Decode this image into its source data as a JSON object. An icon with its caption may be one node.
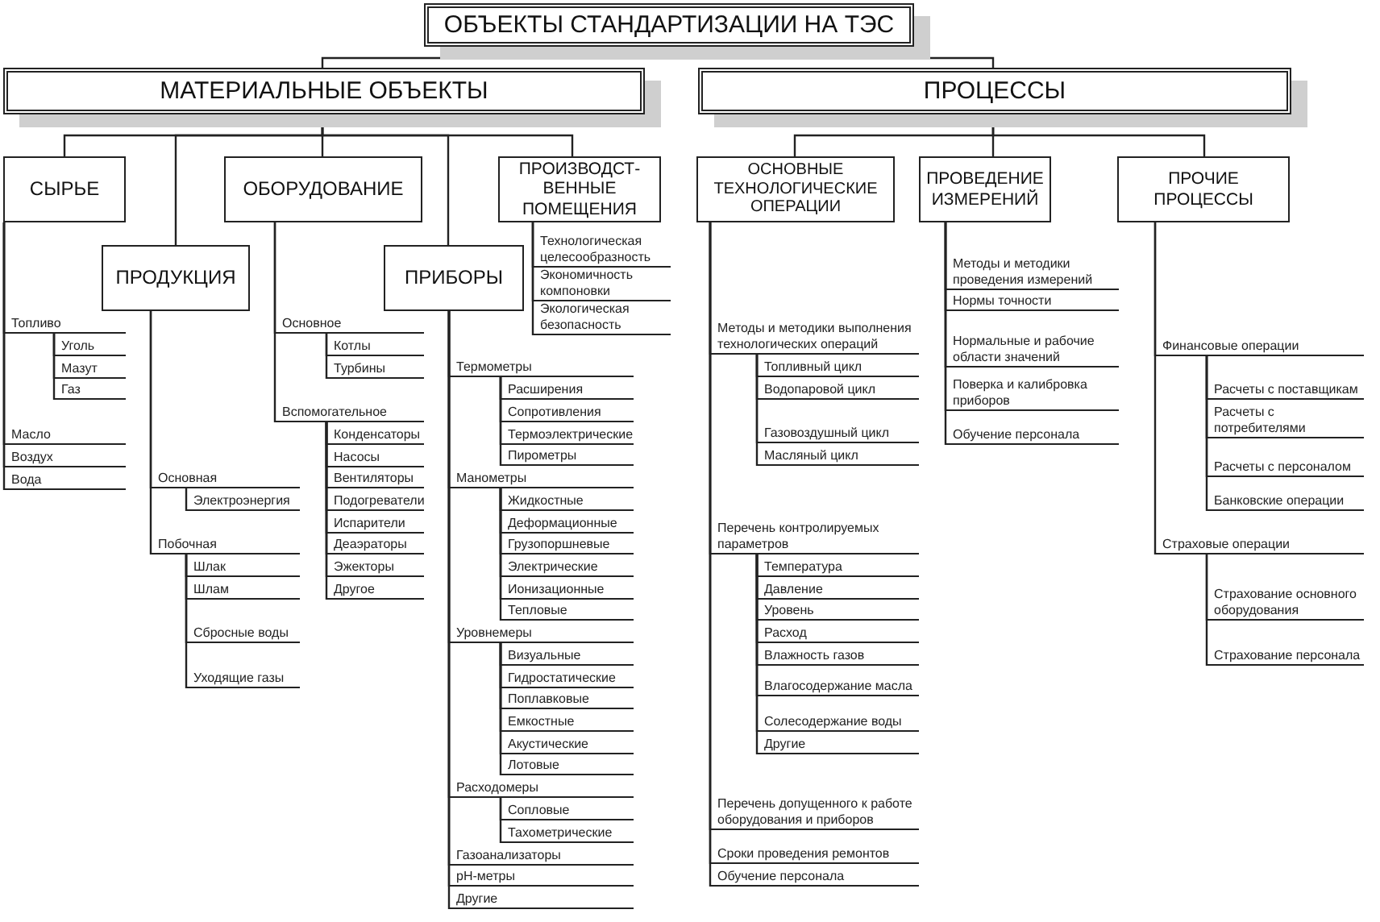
{
  "diagram": {
    "nodes": [
      {
        "text": [
          "ОБЪЕКТЫ СТАНДАРТИЗАЦИИ НА ТЭС"
        ]
      },
      {
        "text": [
          "МАТЕРИАЛЬНЫЕ ОБЪЕКТЫ"
        ]
      },
      {
        "text": [
          "ПРОЦЕССЫ"
        ]
      },
      {
        "text": [
          "СЫРЬЕ"
        ]
      },
      {
        "text": [
          "ПРОДУКЦИЯ"
        ]
      },
      {
        "text": [
          "ОБОРУДОВАНИЕ"
        ]
      },
      {
        "text": [
          "ПРИБОРЫ"
        ]
      },
      {
        "text": [
          "ПРОИЗВОДСТ- ВЕННЫЕ ПОМЕЩЕНИЯ"
        ]
      },
      {
        "text": [
          "ОСНОВНЫЕ ТЕХНОЛОГИЧЕСКИЕ ОПЕРАЦИИ"
        ]
      },
      {
        "text": [
          "ПРОВЕДЕНИЕ ИЗМЕРЕНИЙ"
        ]
      },
      {
        "text": [
          "ПРОЧИЕ ПРОЦЕССЫ"
        ]
      },
      {
        "text": [
          "Топливо"
        ]
      },
      {
        "text": [
          "Уголь"
        ]
      },
      {
        "text": [
          "Мазут"
        ]
      },
      {
        "text": [
          "Газ"
        ]
      },
      {
        "text": [
          "Масло"
        ]
      },
      {
        "text": [
          "Воздух"
        ]
      },
      {
        "text": [
          "Вода"
        ]
      },
      {
        "text": [
          "Основная"
        ]
      },
      {
        "text": [
          "Электроэнергия"
        ]
      },
      {
        "text": [
          "Побочная"
        ]
      },
      {
        "text": [
          "Шлак"
        ]
      },
      {
        "text": [
          "Шлам"
        ]
      },
      {
        "text": [
          "Сбросные воды"
        ]
      },
      {
        "text": [
          "Уходящие газы"
        ]
      },
      {
        "text": [
          "Основное"
        ]
      },
      {
        "text": [
          "Котлы"
        ]
      },
      {
        "text": [
          "Турбины"
        ]
      },
      {
        "text": [
          "Вспомогательное"
        ]
      },
      {
        "text": [
          "Конденсаторы"
        ]
      },
      {
        "text": [
          "Насосы"
        ]
      },
      {
        "text": [
          "Вентиляторы"
        ]
      },
      {
        "text": [
          "Подогреватели"
        ]
      },
      {
        "text": [
          "Испарители"
        ]
      },
      {
        "text": [
          "Деаэраторы"
        ]
      },
      {
        "text": [
          "Эжекторы"
        ]
      },
      {
        "text": [
          "Другое"
        ]
      },
      {
        "text": [
          "Термометры"
        ]
      },
      {
        "text": [
          "Расширения"
        ]
      },
      {
        "text": [
          "Сопротивления"
        ]
      },
      {
        "text": [
          "Термоэлектрические"
        ]
      },
      {
        "text": [
          "Пирометры"
        ]
      },
      {
        "text": [
          "Манометры"
        ]
      },
      {
        "text": [
          "Жидкостные"
        ]
      },
      {
        "text": [
          "Деформационные"
        ]
      },
      {
        "text": [
          "Грузопоршневые"
        ]
      },
      {
        "text": [
          "Электрические"
        ]
      },
      {
        "text": [
          "Ионизационные"
        ]
      },
      {
        "text": [
          "Тепловые"
        ]
      },
      {
        "text": [
          "Уровнемеры"
        ]
      },
      {
        "text": [
          "Визуальные"
        ]
      },
      {
        "text": [
          "Гидростатические"
        ]
      },
      {
        "text": [
          "Поплавковые"
        ]
      },
      {
        "text": [
          "Емкостные"
        ]
      },
      {
        "text": [
          "Акустические"
        ]
      },
      {
        "text": [
          "Лотовые"
        ]
      },
      {
        "text": [
          "Расходомеры"
        ]
      },
      {
        "text": [
          "Сопловые"
        ]
      },
      {
        "text": [
          "Тахометрические"
        ]
      },
      {
        "text": [
          "Газоанализаторы"
        ]
      },
      {
        "text": [
          "pH-метры"
        ]
      },
      {
        "text": [
          "Другие"
        ]
      },
      {
        "text": [
          "Технологическая целесообразность"
        ]
      },
      {
        "text": [
          "Экономичность компоновки"
        ]
      },
      {
        "text": [
          "Экологическая безопасность"
        ]
      },
      {
        "text": [
          "Методы и методики выполнения технологических операций"
        ]
      },
      {
        "text": [
          "Топливный цикл"
        ]
      },
      {
        "text": [
          "Водопаровой цикл"
        ]
      },
      {
        "text": [
          "Газовоздушный цикл"
        ]
      },
      {
        "text": [
          "Масляный цикл"
        ]
      },
      {
        "text": [
          "Перечень контролируемых параметров"
        ]
      },
      {
        "text": [
          "Температура"
        ]
      },
      {
        "text": [
          "Давление"
        ]
      },
      {
        "text": [
          "Уровень"
        ]
      },
      {
        "text": [
          "Расход"
        ]
      },
      {
        "text": [
          "Влажность газов"
        ]
      },
      {
        "text": [
          "Влагосодержание масла"
        ]
      },
      {
        "text": [
          "Солесодержание воды"
        ]
      },
      {
        "text": [
          "Другие"
        ]
      },
      {
        "text": [
          "Перечень допущенного к работе оборудования и приборов"
        ]
      },
      {
        "text": [
          "Сроки проведения ремонтов"
        ]
      },
      {
        "text": [
          "Обучение персонала"
        ]
      },
      {
        "text": [
          "Методы и методики проведения измерений"
        ]
      },
      {
        "text": [
          "Нормы точности"
        ]
      },
      {
        "text": [
          "Нормальные и рабочие области значений"
        ]
      },
      {
        "text": [
          "Поверка и калибровка приборов"
        ]
      },
      {
        "text": [
          "Обучение персонала"
        ]
      },
      {
        "text": [
          "Финансовые операции"
        ]
      },
      {
        "text": [
          "Расчеты с поставщикам"
        ]
      },
      {
        "text": [
          "Расчеты с потребителями"
        ]
      },
      {
        "text": [
          "Расчеты с персоналом"
        ]
      },
      {
        "text": [
          "Банковские операции"
        ]
      },
      {
        "text": [
          "Страховые операции"
        ]
      },
      {
        "text": [
          "Страхование основного оборудования"
        ]
      },
      {
        "text": [
          "Страхование персонала"
        ]
      }
    ],
    "edges": [
      {
        "from": 0,
        "to": 1,
        "arrow": "none"
      },
      {
        "from": 0,
        "to": 2,
        "arrow": "none"
      },
      {
        "from": 1,
        "to": 3,
        "arrow": "none"
      },
      {
        "from": 1,
        "to": 4,
        "arrow": "none"
      },
      {
        "from": 1,
        "to": 5,
        "arrow": "none"
      },
      {
        "from": 1,
        "to": 6,
        "arrow": "none"
      },
      {
        "from": 1,
        "to": 7,
        "arrow": "none"
      },
      {
        "from": 2,
        "to": 8,
        "arrow": "none"
      },
      {
        "from": 2,
        "to": 9,
        "arrow": "none"
      },
      {
        "from": 2,
        "to": 10,
        "arrow": "none"
      },
      {
        "from": 3,
        "to": 11,
        "arrow": "none"
      },
      {
        "from": 11,
        "to": 12,
        "arrow": "none"
      },
      {
        "from": 11,
        "to": 13,
        "arrow": "none"
      },
      {
        "from": 11,
        "to": 14,
        "arrow": "none"
      },
      {
        "from": 3,
        "to": 15,
        "arrow": "none"
      },
      {
        "from": 3,
        "to": 16,
        "arrow": "none"
      },
      {
        "from": 3,
        "to": 17,
        "arrow": "none"
      },
      {
        "from": 4,
        "to": 18,
        "arrow": "none"
      },
      {
        "from": 18,
        "to": 19,
        "arrow": "none"
      },
      {
        "from": 4,
        "to": 20,
        "arrow": "none"
      },
      {
        "from": 20,
        "to": 21,
        "arrow": "none"
      },
      {
        "from": 20,
        "to": 22,
        "arrow": "none"
      },
      {
        "from": 20,
        "to": 23,
        "arrow": "none"
      },
      {
        "from": 20,
        "to": 24,
        "arrow": "none"
      },
      {
        "from": 5,
        "to": 25,
        "arrow": "none"
      },
      {
        "from": 25,
        "to": 26,
        "arrow": "none"
      },
      {
        "from": 25,
        "to": 27,
        "arrow": "none"
      },
      {
        "from": 5,
        "to": 28,
        "arrow": "none"
      },
      {
        "from": 28,
        "to": 29,
        "arrow": "none"
      },
      {
        "from": 28,
        "to": 30,
        "arrow": "none"
      },
      {
        "from": 28,
        "to": 31,
        "arrow": "none"
      },
      {
        "from": 28,
        "to": 32,
        "arrow": "none"
      },
      {
        "from": 28,
        "to": 33,
        "arrow": "none"
      },
      {
        "from": 28,
        "to": 34,
        "arrow": "none"
      },
      {
        "from": 28,
        "to": 35,
        "arrow": "none"
      },
      {
        "from": 28,
        "to": 36,
        "arrow": "none"
      },
      {
        "from": 6,
        "to": 37,
        "arrow": "none"
      },
      {
        "from": 37,
        "to": 38,
        "arrow": "none"
      },
      {
        "from": 37,
        "to": 39,
        "arrow": "none"
      },
      {
        "from": 37,
        "to": 40,
        "arrow": "none"
      },
      {
        "from": 37,
        "to": 41,
        "arrow": "none"
      },
      {
        "from": 6,
        "to": 42,
        "arrow": "none"
      },
      {
        "from": 42,
        "to": 43,
        "arrow": "none"
      },
      {
        "from": 42,
        "to": 44,
        "arrow": "none"
      },
      {
        "from": 42,
        "to": 45,
        "arrow": "none"
      },
      {
        "from": 42,
        "to": 46,
        "arrow": "none"
      },
      {
        "from": 42,
        "to": 47,
        "arrow": "none"
      },
      {
        "from": 42,
        "to": 48,
        "arrow": "none"
      },
      {
        "from": 6,
        "to": 49,
        "arrow": "none"
      },
      {
        "from": 49,
        "to": 50,
        "arrow": "none"
      },
      {
        "from": 49,
        "to": 51,
        "arrow": "none"
      },
      {
        "from": 49,
        "to": 52,
        "arrow": "none"
      },
      {
        "from": 49,
        "to": 53,
        "arrow": "none"
      },
      {
        "from": 49,
        "to": 54,
        "arrow": "none"
      },
      {
        "from": 49,
        "to": 55,
        "arrow": "none"
      },
      {
        "from": 6,
        "to": 56,
        "arrow": "none"
      },
      {
        "from": 56,
        "to": 57,
        "arrow": "none"
      },
      {
        "from": 56,
        "to": 58,
        "arrow": "none"
      },
      {
        "from": 6,
        "to": 59,
        "arrow": "none"
      },
      {
        "from": 6,
        "to": 60,
        "arrow": "none"
      },
      {
        "from": 6,
        "to": 61,
        "arrow": "none"
      },
      {
        "from": 7,
        "to": 62,
        "arrow": "none"
      },
      {
        "from": 7,
        "to": 63,
        "arrow": "none"
      },
      {
        "from": 7,
        "to": 64,
        "arrow": "none"
      },
      {
        "from": 8,
        "to": 65,
        "arrow": "none"
      },
      {
        "from": 65,
        "to": 66,
        "arrow": "none"
      },
      {
        "from": 65,
        "to": 67,
        "arrow": "none"
      },
      {
        "from": 65,
        "to": 68,
        "arrow": "none"
      },
      {
        "from": 65,
        "to": 69,
        "arrow": "none"
      },
      {
        "from": 8,
        "to": 70,
        "arrow": "none"
      },
      {
        "from": 70,
        "to": 71,
        "arrow": "none"
      },
      {
        "from": 70,
        "to": 72,
        "arrow": "none"
      },
      {
        "from": 70,
        "to": 73,
        "arrow": "none"
      },
      {
        "from": 70,
        "to": 74,
        "arrow": "none"
      },
      {
        "from": 70,
        "to": 75,
        "arrow": "none"
      },
      {
        "from": 70,
        "to": 76,
        "arrow": "none"
      },
      {
        "from": 70,
        "to": 77,
        "arrow": "none"
      },
      {
        "from": 70,
        "to": 78,
        "arrow": "none"
      },
      {
        "from": 8,
        "to": 79,
        "arrow": "none"
      },
      {
        "from": 8,
        "to": 80,
        "arrow": "none"
      },
      {
        "from": 8,
        "to": 81,
        "arrow": "none"
      },
      {
        "from": 9,
        "to": 82,
        "arrow": "none"
      },
      {
        "from": 9,
        "to": 83,
        "arrow": "none"
      },
      {
        "from": 9,
        "to": 84,
        "arrow": "none"
      },
      {
        "from": 9,
        "to": 85,
        "arrow": "none"
      },
      {
        "from": 9,
        "to": 86,
        "arrow": "none"
      },
      {
        "from": 10,
        "to": 87,
        "arrow": "none"
      },
      {
        "from": 87,
        "to": 88,
        "arrow": "none"
      },
      {
        "from": 87,
        "to": 89,
        "arrow": "none"
      },
      {
        "from": 87,
        "to": 90,
        "arrow": "none"
      },
      {
        "from": 87,
        "to": 91,
        "arrow": "none"
      },
      {
        "from": 10,
        "to": 92,
        "arrow": "none"
      },
      {
        "from": 92,
        "to": 93,
        "arrow": "none"
      },
      {
        "from": 92,
        "to": 94,
        "arrow": "none"
      }
    ]
  }
}
